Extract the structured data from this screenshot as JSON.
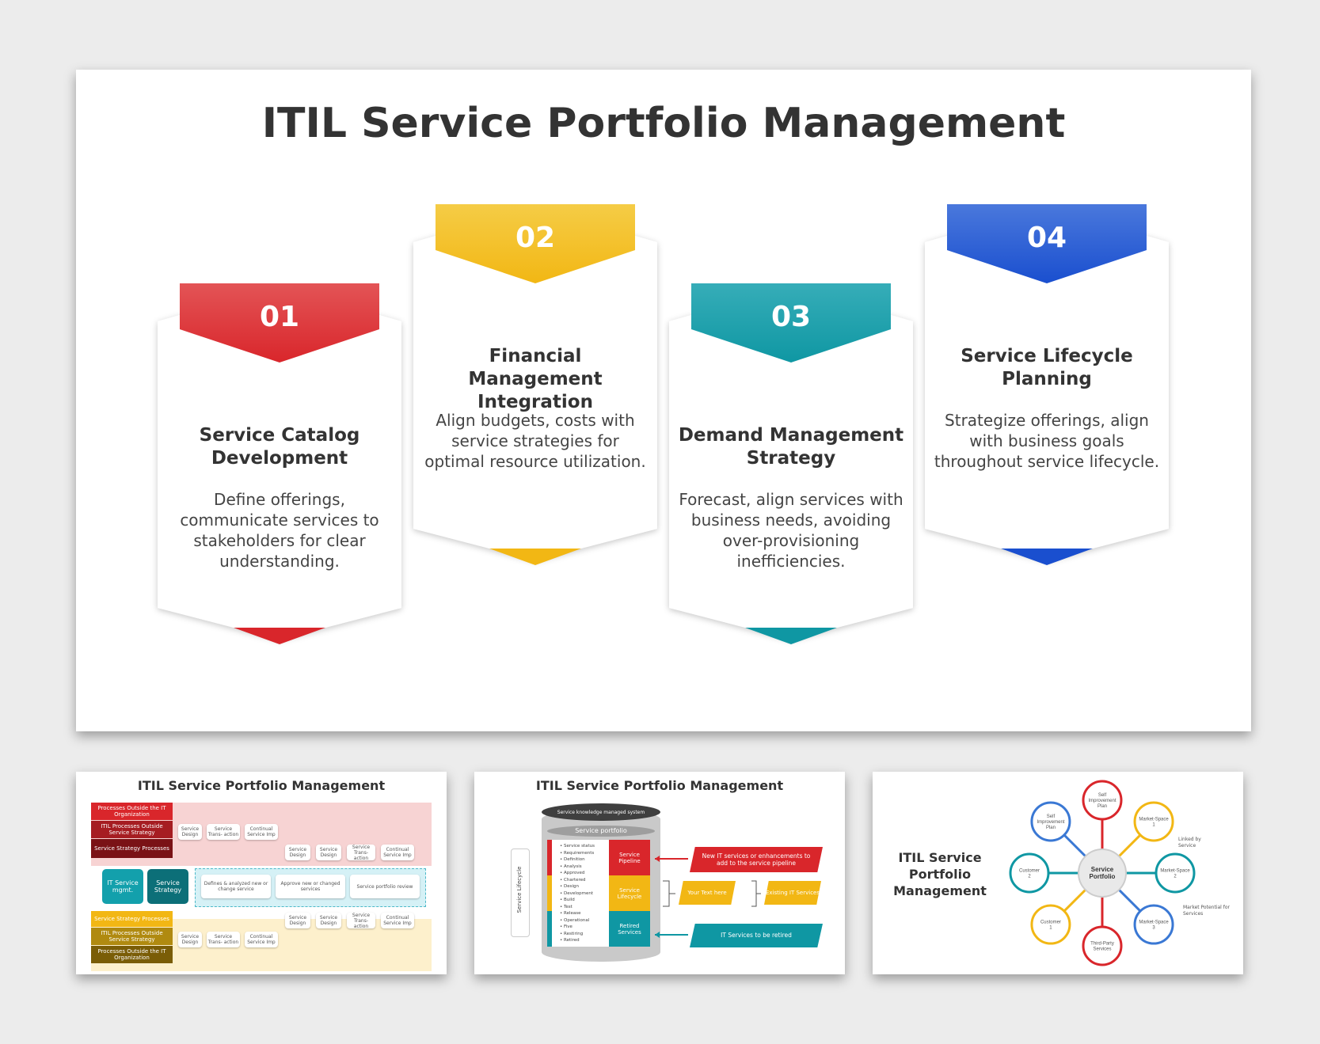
{
  "main": {
    "title": "ITIL Service Portfolio Management",
    "cards": [
      {
        "number": "01",
        "title": "Service Catalog Development",
        "description": "Define offerings, communicate services to stakeholders for clear understanding.",
        "color": "#d9262b",
        "color_light": "#e35456"
      },
      {
        "number": "02",
        "title": "Financial Management Integration",
        "description": "Align budgets, costs with service strategies for optimal resource utilization.",
        "color": "#f2b714",
        "color_light": "#f5cc46"
      },
      {
        "number": "03",
        "title": "Demand Management Strategy",
        "description": "Forecast, align services with business needs, avoiding over-provisioning inefficiencies.",
        "color": "#0f97a3",
        "color_light": "#36adb8"
      },
      {
        "number": "04",
        "title": "Service Lifecycle Planning",
        "description": "Strategize offerings, align with business goals throughout service lifecycle.",
        "color": "#1a4fcf",
        "color_light": "#4a78dc"
      }
    ]
  },
  "thumb1": {
    "title": "ITIL Service Portfolio Management",
    "labels": {
      "outside_top": "Processes Outside the IT Organization",
      "itil_outside_top": "ITIL Processes Outside Service Strategy",
      "ssp_top": "Service Strategy Processes",
      "it_service_mgmt": "IT Service mgmt.",
      "service_strategy": "Service Strategy",
      "defines": "Defines & analyzed new or change service",
      "approve": "Approve new or changed services",
      "review": "Service portfolio review",
      "ssp_bottom": "Service Strategy Processes",
      "itil_outside_bottom": "ITIL Processes Outside Service Strategy",
      "outside_bottom": "Processes Outside the IT Organization",
      "service_design": "Service Design",
      "service_transaction": "Service Trans- action",
      "continual": "Continual Service Imp",
      "service_transaction_b": "Service Trans- action",
      "service_design_b": "Service Design"
    }
  },
  "thumb2": {
    "title": "ITIL Service Portfolio Management",
    "cyl_top": "Service knowledge managed system",
    "cyl_portfolio": "Service portfolio",
    "side_label": "Service Lifecycle",
    "list": [
      "Service status",
      "Requirements",
      "Definition",
      "Analysis",
      "Approved",
      "Chartered",
      "Design",
      "Development",
      "Build",
      "Test",
      "Release",
      "Operational",
      "Five",
      "Restiring",
      "Retired"
    ],
    "seg_pipeline": "Service Pipeline",
    "seg_lifecycle": "Service Lifecycle",
    "seg_retired": "Retired Services",
    "new_services": "New IT services or enhancements to add to the service pipeline",
    "your_text": "Your Text here",
    "existing": "Existing IT Services",
    "to_retire": "IT Services to be retired"
  },
  "thumb3": {
    "title": "ITIL Service Portfolio Management",
    "center": "Service Portfolio",
    "nodes": [
      {
        "label": "Self Improvement Plan",
        "color": "#d9262b"
      },
      {
        "label": "Market-Space 1",
        "color": "#f2b714"
      },
      {
        "label": "Market-Space 2",
        "color": "#0f97a3"
      },
      {
        "label": "Market-Space 3",
        "color": "#3a78d4"
      },
      {
        "label": "Third-Party Services",
        "color": "#d9262b"
      },
      {
        "label": "Customer 1",
        "color": "#f2b714"
      },
      {
        "label": "Customer 2",
        "color": "#0f97a3"
      },
      {
        "label": "Self Improvement Plan",
        "color": "#3a78d4"
      }
    ],
    "linked": "Linked by Service",
    "market_potential": "Market Potential for Services"
  }
}
